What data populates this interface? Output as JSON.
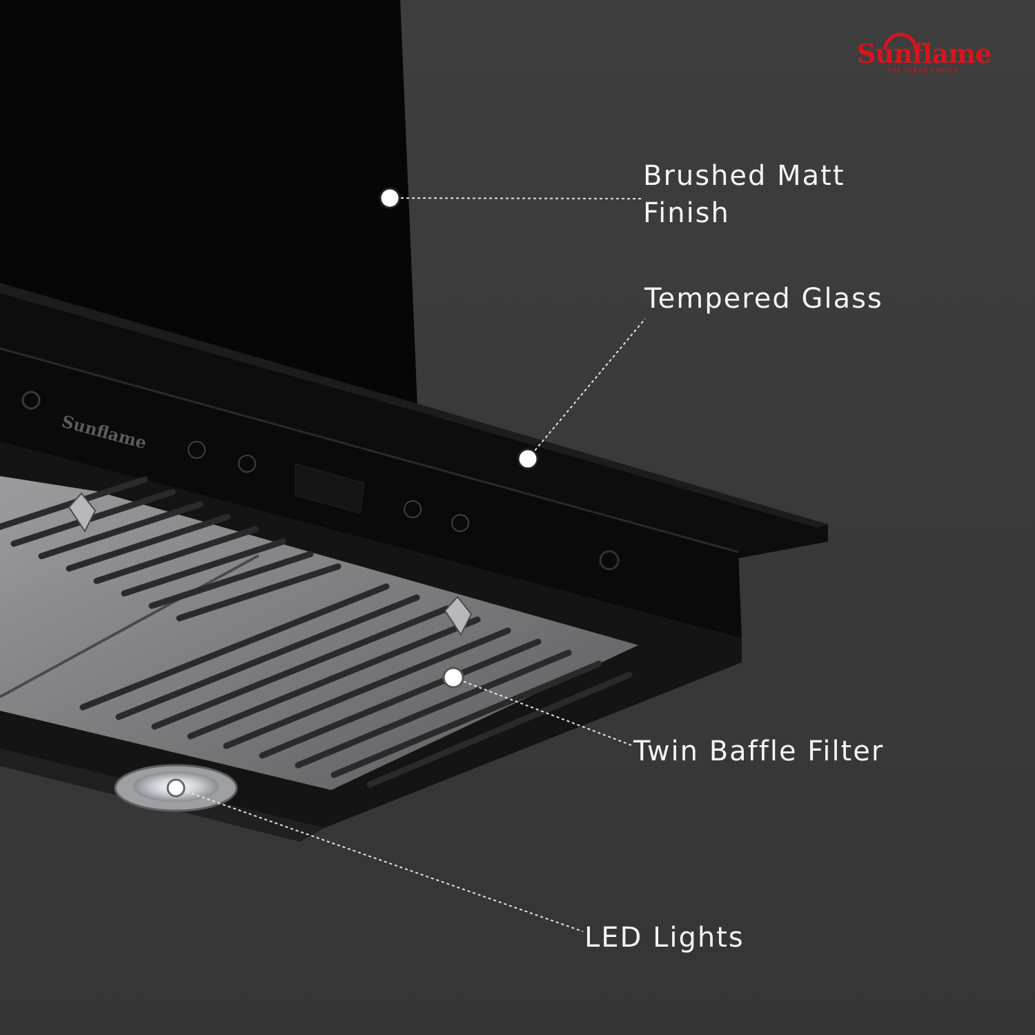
{
  "brand": {
    "logo_text": "Sunflame",
    "tagline": "THE CLEAR CHOICE",
    "color": "#d8141c"
  },
  "panel_brand": "Sunflame",
  "callouts": {
    "brushed": "Brushed Matt\nFinish",
    "glass": "Tempered Glass",
    "filter": "Twin Baffle Filter",
    "led": "LED Lights"
  },
  "colors": {
    "background": "#3a3a3a",
    "glass": "#050505",
    "steel": "#8e8e90",
    "label": "#f4f4f4"
  }
}
